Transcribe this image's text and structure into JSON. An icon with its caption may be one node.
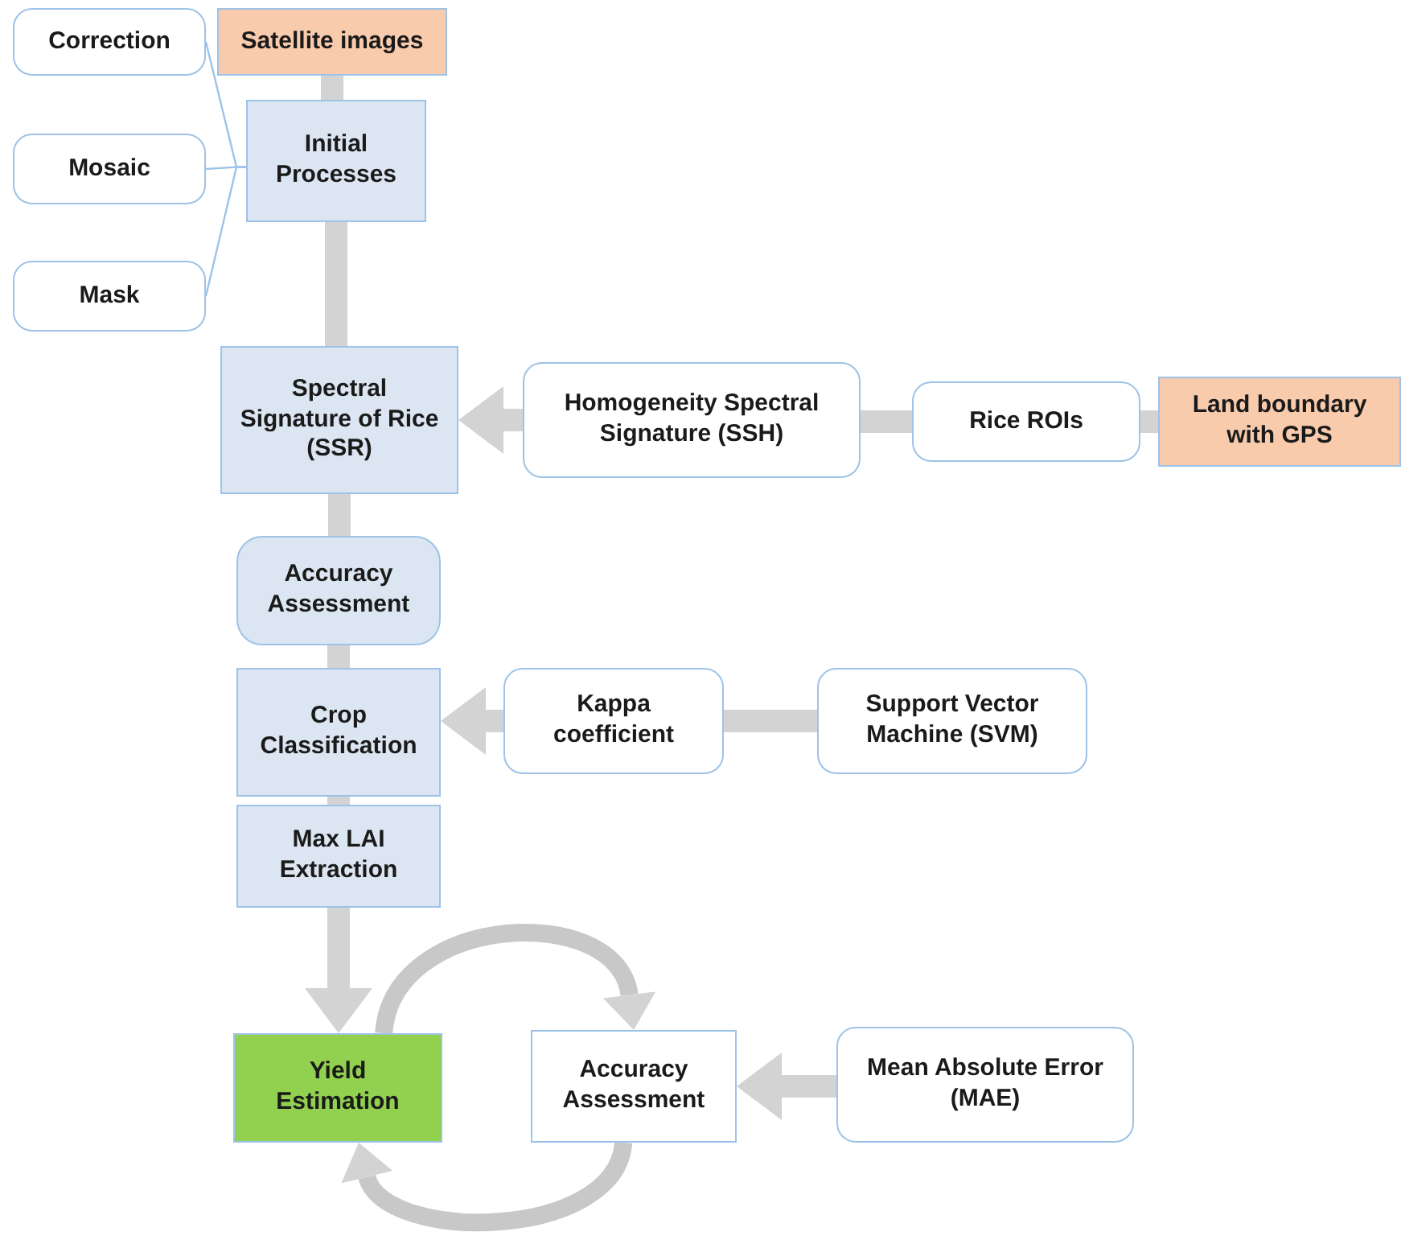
{
  "diagram": {
    "nodes": [
      {
        "text": [
          "Correction"
        ]
      },
      {
        "text": [
          "Satellite images"
        ]
      },
      {
        "text": [
          "Mosaic"
        ]
      },
      {
        "text": [
          "Mask"
        ]
      },
      {
        "text": [
          "Initial Processes"
        ]
      },
      {
        "text": [
          "Spectral Signature of Rice (SSR)"
        ]
      },
      {
        "text": [
          "Homogeneity Spectral Signature (SSH)"
        ]
      },
      {
        "text": [
          "Rice ROIs"
        ]
      },
      {
        "text": [
          "Land boundary with GPS"
        ]
      },
      {
        "text": [
          "Accuracy Assessment"
        ]
      },
      {
        "text": [
          "Crop Classification"
        ]
      },
      {
        "text": [
          "Kappa coefficient"
        ]
      },
      {
        "text": [
          "Support Vector Machine (SVM)"
        ]
      },
      {
        "text": [
          "Max LAI Extraction"
        ]
      },
      {
        "text": [
          "Yield Estimation"
        ]
      },
      {
        "text": [
          "Accuracy Assessment"
        ]
      },
      {
        "text": [
          "Mean Absolute Error (MAE)"
        ]
      }
    ],
    "edges": [
      {
        "from": 0,
        "to": 4,
        "arrow": "none",
        "color": "#9dc3e6"
      },
      {
        "from": 2,
        "to": 4,
        "arrow": "none",
        "color": "#9dc3e6"
      },
      {
        "from": 3,
        "to": 4,
        "arrow": "none",
        "color": "#9dc3e6"
      },
      {
        "from": 1,
        "to": 4,
        "arrow": "none"
      },
      {
        "from": 4,
        "to": 5,
        "arrow": "none"
      },
      {
        "from": 6,
        "to": 5,
        "arrow": "to"
      },
      {
        "from": 7,
        "to": 6,
        "arrow": "none"
      },
      {
        "from": 8,
        "to": 7,
        "arrow": "none"
      },
      {
        "from": 5,
        "to": 9,
        "arrow": "none"
      },
      {
        "from": 9,
        "to": 10,
        "arrow": "none"
      },
      {
        "from": 11,
        "to": 10,
        "arrow": "to"
      },
      {
        "from": 12,
        "to": 11,
        "arrow": "none"
      },
      {
        "from": 10,
        "to": 13,
        "arrow": "none"
      },
      {
        "from": 13,
        "to": 14,
        "arrow": "to"
      },
      {
        "from": 14,
        "to": 15,
        "arrow": "to"
      },
      {
        "from": 15,
        "to": 14,
        "arrow": "to"
      },
      {
        "from": 16,
        "to": 15,
        "arrow": "to"
      }
    ]
  }
}
